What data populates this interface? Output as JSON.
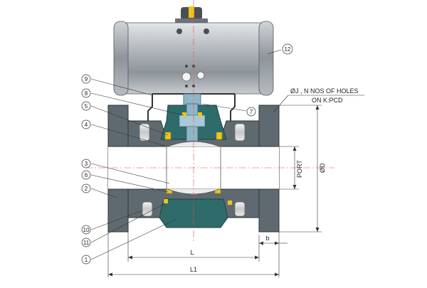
{
  "callouts": {
    "c1": "1",
    "c2": "2",
    "c3": "3",
    "c4": "4",
    "c5": "5",
    "c6": "6",
    "c7": "7",
    "c8": "8",
    "c9": "9",
    "c10": "10",
    "c11": "11",
    "c12": "12"
  },
  "annotations": {
    "holes_line1": "ØJ , N NOS OF HOLES",
    "holes_line2": "ON K:PCD"
  },
  "dimensions": {
    "port": "PORT",
    "diameter": "ØD",
    "length": "L",
    "overall_length": "L1",
    "flange_thickness": "b"
  },
  "colors": {
    "body": "#5f6a70",
    "body_dark": "#3f484d",
    "actuator": "#a7adb2",
    "actuator_light": "#d7dbde",
    "bonnet": "#2f6b6b",
    "stem": "#8fb6c8",
    "seal": "#f0c419",
    "ball": "#f2f2f2",
    "centerline": "#d9534f"
  }
}
